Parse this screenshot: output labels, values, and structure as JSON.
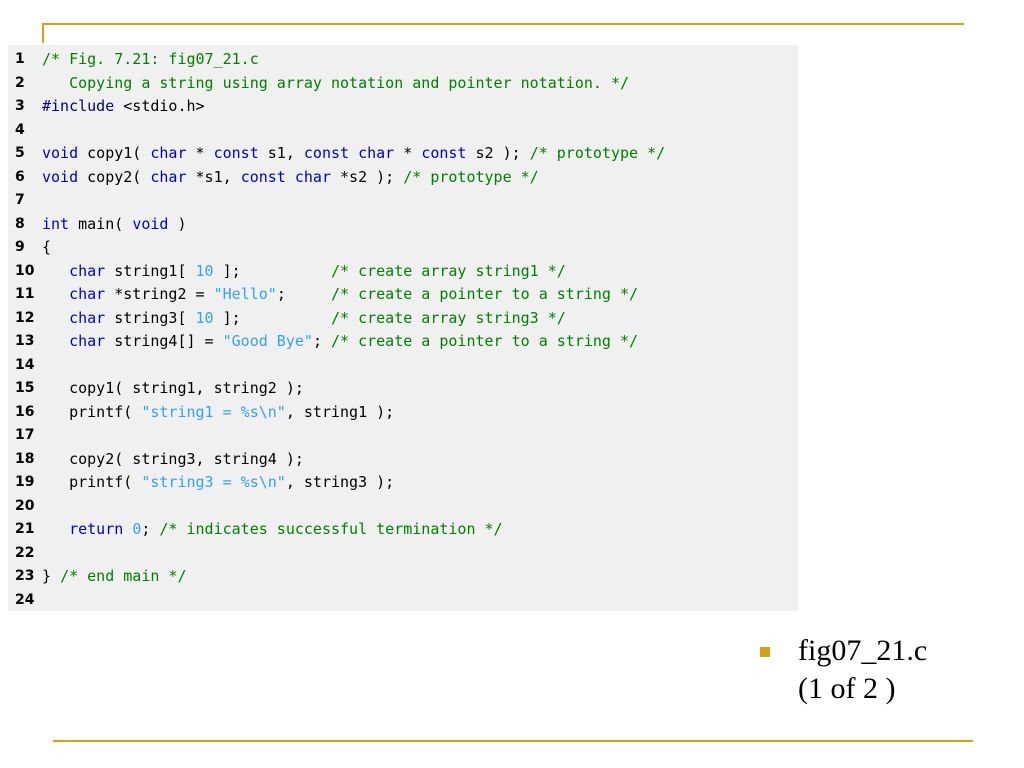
{
  "colors": {
    "accent": "#d4a017",
    "code_background": "#f0f0f0",
    "comment": "#008000",
    "keyword": "#0000cc",
    "literal": "#33a0ff"
  },
  "code_lines": [
    {
      "n": "1",
      "tokens": [
        {
          "c": "com",
          "t": "/* Fig. 7.21: fig07_21.c"
        }
      ]
    },
    {
      "n": "2",
      "tokens": [
        {
          "c": "com",
          "t": "   Copying a string using array notation and pointer notation. */"
        }
      ]
    },
    {
      "n": "3",
      "tokens": [
        {
          "c": "pp",
          "t": "#include"
        },
        {
          "c": "code",
          "t": " <stdio.h>"
        }
      ]
    },
    {
      "n": "4",
      "tokens": []
    },
    {
      "n": "5",
      "tokens": [
        {
          "c": "kw",
          "t": "void"
        },
        {
          "c": "code",
          "t": " copy1( "
        },
        {
          "c": "kw",
          "t": "char"
        },
        {
          "c": "code",
          "t": " * "
        },
        {
          "c": "kw",
          "t": "const"
        },
        {
          "c": "code",
          "t": " s1, "
        },
        {
          "c": "kw",
          "t": "const"
        },
        {
          "c": "code",
          "t": " "
        },
        {
          "c": "kw",
          "t": "char"
        },
        {
          "c": "code",
          "t": " * "
        },
        {
          "c": "kw",
          "t": "const"
        },
        {
          "c": "code",
          "t": " s2 ); "
        },
        {
          "c": "com",
          "t": "/* prototype */"
        }
      ]
    },
    {
      "n": "6",
      "tokens": [
        {
          "c": "kw",
          "t": "void"
        },
        {
          "c": "code",
          "t": " copy2( "
        },
        {
          "c": "kw",
          "t": "char"
        },
        {
          "c": "code",
          "t": " *s1, "
        },
        {
          "c": "kw",
          "t": "const"
        },
        {
          "c": "code",
          "t": " "
        },
        {
          "c": "kw",
          "t": "char"
        },
        {
          "c": "code",
          "t": " *s2 ); "
        },
        {
          "c": "com",
          "t": "/* prototype */"
        }
      ]
    },
    {
      "n": "7",
      "tokens": []
    },
    {
      "n": "8",
      "tokens": [
        {
          "c": "kw",
          "t": "int"
        },
        {
          "c": "code",
          "t": " main( "
        },
        {
          "c": "kw",
          "t": "void"
        },
        {
          "c": "code",
          "t": " )"
        }
      ]
    },
    {
      "n": "9",
      "tokens": [
        {
          "c": "code",
          "t": "{"
        }
      ]
    },
    {
      "n": "10",
      "tokens": [
        {
          "c": "code",
          "t": "   "
        },
        {
          "c": "kw",
          "t": "char"
        },
        {
          "c": "code",
          "t": " string1[ "
        },
        {
          "c": "num",
          "t": "10"
        },
        {
          "c": "code",
          "t": " ];          "
        },
        {
          "c": "com",
          "t": "/* create array string1 */"
        }
      ]
    },
    {
      "n": "11",
      "tokens": [
        {
          "c": "code",
          "t": "   "
        },
        {
          "c": "kw",
          "t": "char"
        },
        {
          "c": "code",
          "t": " *string2 = "
        },
        {
          "c": "str",
          "t": "\"Hello\""
        },
        {
          "c": "code",
          "t": ";     "
        },
        {
          "c": "com",
          "t": "/* create a pointer to a string */"
        }
      ]
    },
    {
      "n": "12",
      "tokens": [
        {
          "c": "code",
          "t": "   "
        },
        {
          "c": "kw",
          "t": "char"
        },
        {
          "c": "code",
          "t": " string3[ "
        },
        {
          "c": "num",
          "t": "10"
        },
        {
          "c": "code",
          "t": " ];          "
        },
        {
          "c": "com",
          "t": "/* create array string3 */"
        }
      ]
    },
    {
      "n": "13",
      "tokens": [
        {
          "c": "code",
          "t": "   "
        },
        {
          "c": "kw",
          "t": "char"
        },
        {
          "c": "code",
          "t": " string4[] = "
        },
        {
          "c": "str",
          "t": "\"Good Bye\""
        },
        {
          "c": "code",
          "t": "; "
        },
        {
          "c": "com",
          "t": "/* create a pointer to a string */"
        }
      ]
    },
    {
      "n": "14",
      "tokens": []
    },
    {
      "n": "15",
      "tokens": [
        {
          "c": "code",
          "t": "   copy1( string1, string2 );"
        }
      ]
    },
    {
      "n": "16",
      "tokens": [
        {
          "c": "code",
          "t": "   printf( "
        },
        {
          "c": "str",
          "t": "\"string1 = %s\\n\""
        },
        {
          "c": "code",
          "t": ", string1 );"
        }
      ]
    },
    {
      "n": "17",
      "tokens": []
    },
    {
      "n": "18",
      "tokens": [
        {
          "c": "code",
          "t": "   copy2( string3, string4 );"
        }
      ]
    },
    {
      "n": "19",
      "tokens": [
        {
          "c": "code",
          "t": "   printf( "
        },
        {
          "c": "str",
          "t": "\"string3 = %s\\n\""
        },
        {
          "c": "code",
          "t": ", string3 );"
        }
      ]
    },
    {
      "n": "20",
      "tokens": []
    },
    {
      "n": "21",
      "tokens": [
        {
          "c": "code",
          "t": "   "
        },
        {
          "c": "kw",
          "t": "return"
        },
        {
          "c": "code",
          "t": " "
        },
        {
          "c": "num",
          "t": "0"
        },
        {
          "c": "code",
          "t": "; "
        },
        {
          "c": "com",
          "t": "/* indicates successful termination */"
        }
      ]
    },
    {
      "n": "22",
      "tokens": []
    },
    {
      "n": "23",
      "tokens": [
        {
          "c": "code",
          "t": "} "
        },
        {
          "c": "com",
          "t": "/* end main */"
        }
      ]
    },
    {
      "n": "24",
      "tokens": []
    }
  ],
  "caption": {
    "line1": "fig07_21.c",
    "line2": "(1 of 2 )"
  }
}
